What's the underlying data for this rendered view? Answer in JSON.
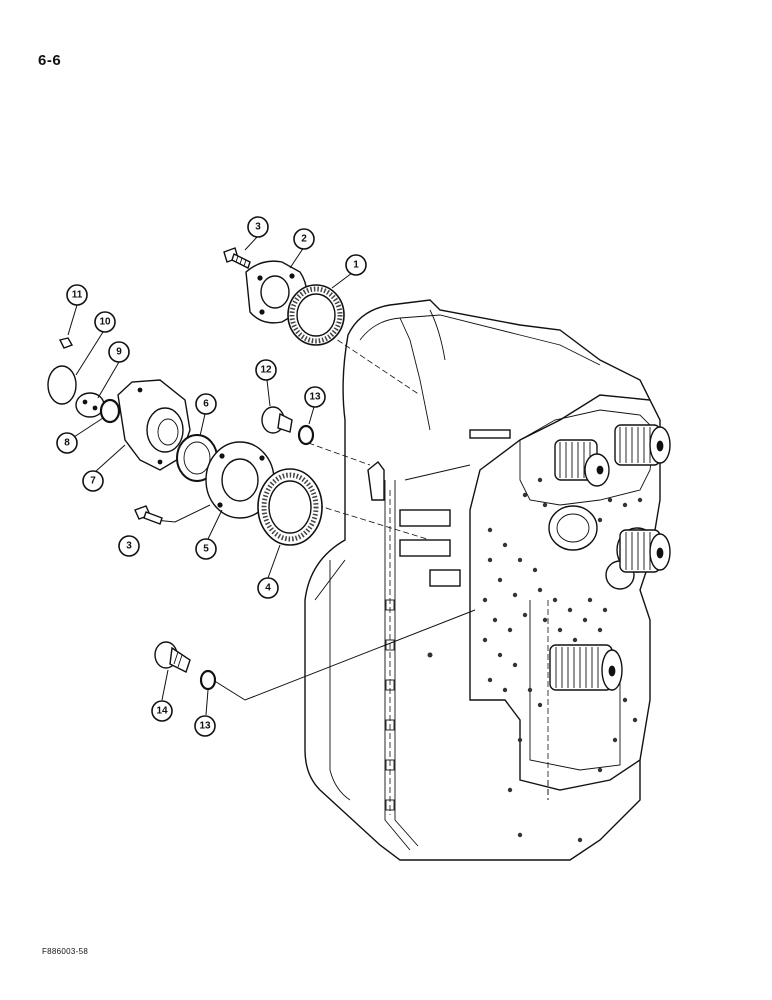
{
  "page": {
    "number": "6-6",
    "figure_code": "F886003-58"
  },
  "callouts": [
    {
      "id": "c1",
      "label": "1"
    },
    {
      "id": "c2",
      "label": "2"
    },
    {
      "id": "c3a",
      "label": "3"
    },
    {
      "id": "c3b",
      "label": "3"
    },
    {
      "id": "c4",
      "label": "4"
    },
    {
      "id": "c5",
      "label": "5"
    },
    {
      "id": "c6",
      "label": "6"
    },
    {
      "id": "c7",
      "label": "7"
    },
    {
      "id": "c8",
      "label": "8"
    },
    {
      "id": "c9",
      "label": "9"
    },
    {
      "id": "c10",
      "label": "10"
    },
    {
      "id": "c11",
      "label": "11"
    },
    {
      "id": "c12",
      "label": "12"
    },
    {
      "id": "c13a",
      "label": "13"
    },
    {
      "id": "c13b",
      "label": "13"
    },
    {
      "id": "c14",
      "label": "14"
    }
  ]
}
